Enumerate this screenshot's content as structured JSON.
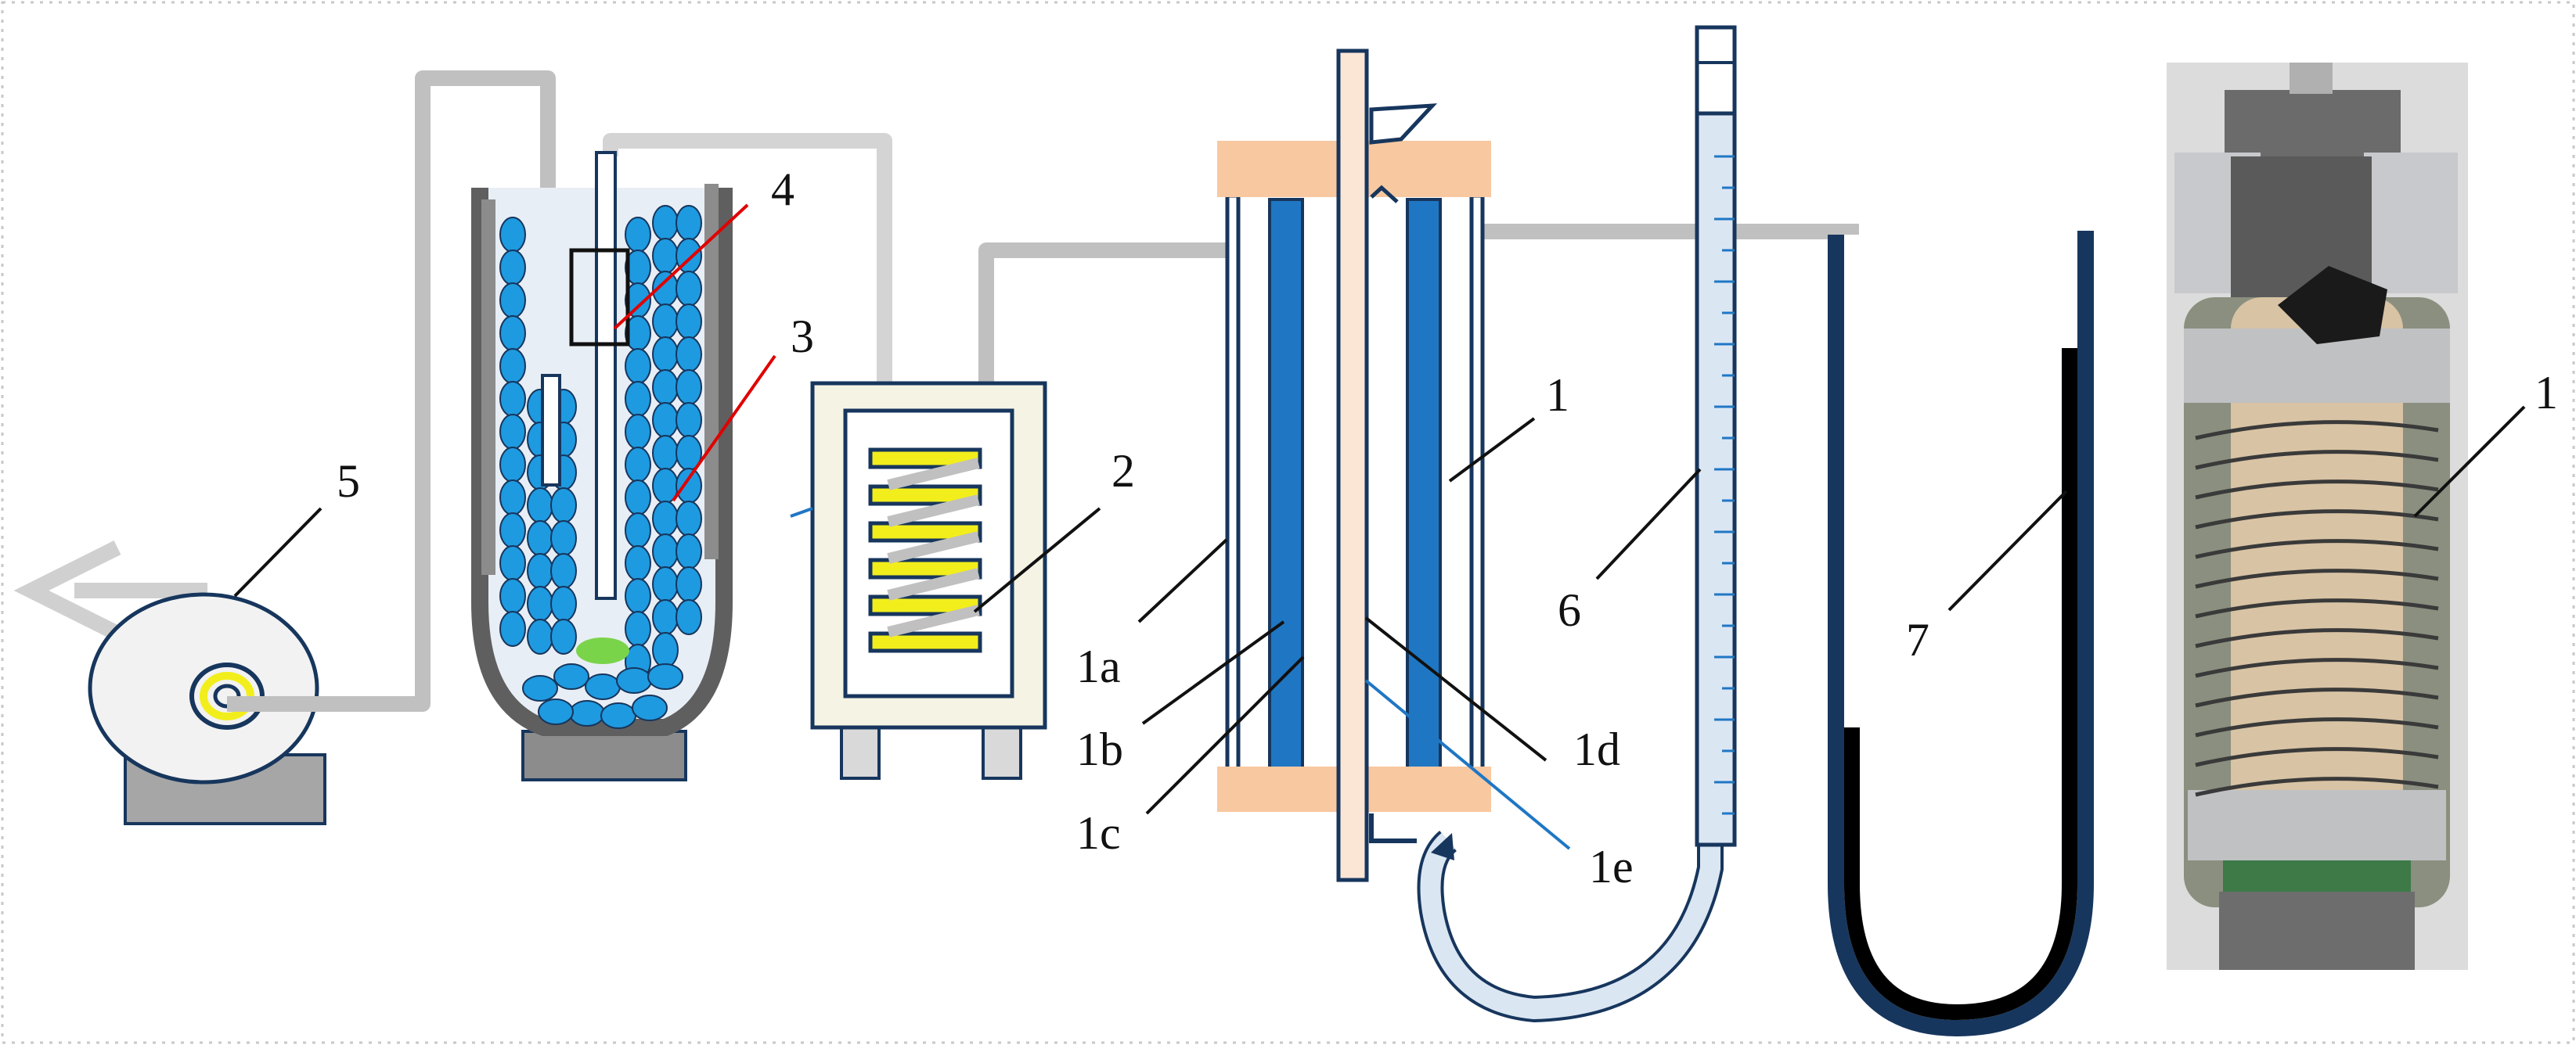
{
  "labels": {
    "n1_reactor": "1",
    "n1_photo": "1",
    "n1a": "1a",
    "n1b": "1b",
    "n1c": "1c",
    "n1d": "1d",
    "n1e": "1e",
    "n2": "2",
    "n3": "3",
    "n4": "4",
    "n5": "5",
    "n6": "6",
    "n7": "7"
  },
  "colors": {
    "tube": "#c0c0c0",
    "outline": "#17365d",
    "blue_fill": "#1f77c4",
    "bead": "#1e9ae0",
    "flange": "#f8c8a0",
    "center_rod": "#fbe6d6",
    "coil": "#f2ee1c",
    "red_leader": "#e00000",
    "manometer_fluid": "#000000",
    "burette": "#dbe6f3",
    "green_sample": "#7ad44a",
    "pump_body": "#f2f2f2",
    "base": "#8c8c8c"
  },
  "icons": {
    "pump": "vacuum-pump-icon",
    "trap": "cold-trap-dewar-icon",
    "furnace": "tube-furnace-icon",
    "reactor": "dbd-plasma-reactor-icon",
    "burette": "soap-film-flowmeter-icon",
    "manometer": "u-tube-manometer-icon",
    "photo": "reactor-photograph-icon"
  }
}
